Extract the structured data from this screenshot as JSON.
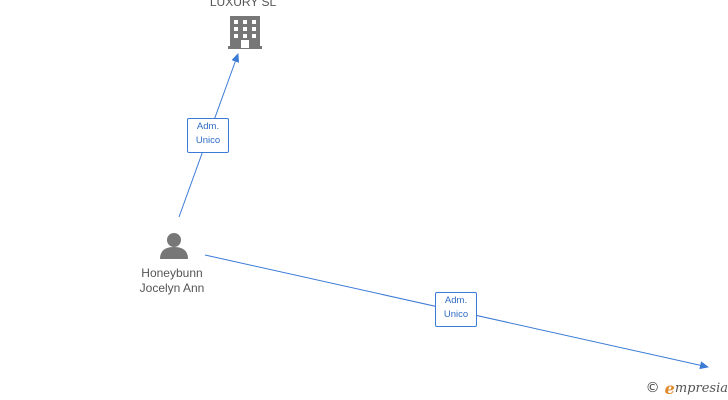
{
  "nodes": {
    "company": {
      "label": "LUXURY SL",
      "icon": "building-icon"
    },
    "person": {
      "line1": "Honeybunn",
      "line2": "Jocelyn Ann",
      "icon": "person-icon"
    }
  },
  "edges": {
    "edge1": {
      "line1": "Adm.",
      "line2": "Unico"
    },
    "edge2": {
      "line1": "Adm.",
      "line2": "Unico"
    }
  },
  "watermark": {
    "copyright": "©",
    "brand_e": "e",
    "brand_rest": "mpresia"
  },
  "colors": {
    "edge": "#3b7bd6",
    "icon": "#777777",
    "text": "#555555"
  }
}
